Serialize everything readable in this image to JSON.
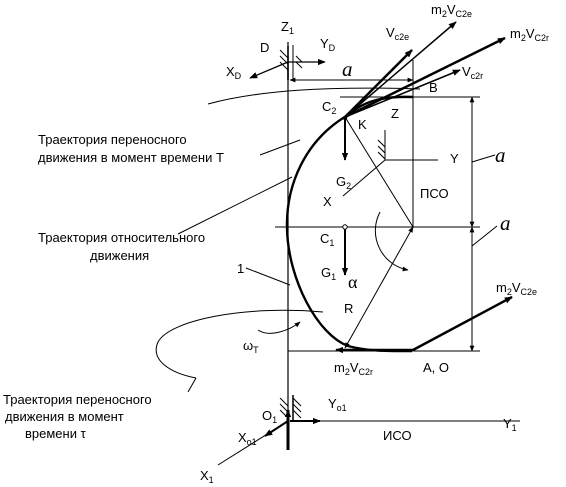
{
  "captions": {
    "trajectory_transport_T_line1": "Траектория переносного",
    "trajectory_transport_T_line2": "движения в момент времени T",
    "trajectory_relative_line1": "Траектория относительного",
    "trajectory_relative_line2": "движения",
    "trajectory_transport_tau_line1": "Траектория переносного",
    "trajectory_transport_tau_line2": "движения в момент",
    "trajectory_transport_tau_line3": "времени τ"
  },
  "frames": {
    "moving_frame": "ПСО",
    "inertial_frame": "ИСО"
  },
  "points": {
    "Z1": "Z",
    "Z1_sub": "1",
    "D": "D",
    "YD": "Y",
    "YD_sub": "D",
    "XD": "X",
    "XD_sub": "D",
    "C2": "C",
    "C2_sub": "2",
    "K": "K",
    "Z": "Z",
    "Y": "Y",
    "X": "X",
    "B": "B",
    "G2": "G",
    "G2_sub": "2",
    "C1": "C",
    "C1_sub": "1",
    "G1": "G",
    "G1_sub": "1",
    "alpha": "α",
    "R": "R",
    "one": "1",
    "omega": "ω",
    "omega_sub": "T",
    "AO": "A, O",
    "O1": "O",
    "O1_sub": "1",
    "Yo1": "Y",
    "Yo1_sub": "o1",
    "Y1": "Y",
    "Y1_sub": "1",
    "Xo1": "X",
    "Xo1_sub": "o1",
    "X1": "X",
    "X1_sub": "1"
  },
  "dimensions": {
    "a_top": "a",
    "a_right_upper": "a",
    "a_right_lower": "a"
  },
  "vectors": {
    "m2Vc2e_top_m": "m",
    "m2Vc2e_top_2": "2",
    "m2Vc2e_top_V": "V",
    "m2Vc2e_top_sub": "C2e",
    "Vc2e_V": "V",
    "Vc2e_sub": "c2e",
    "m2Vc2r_top_m": "m",
    "m2Vc2r_top_2": "2",
    "m2Vc2r_top_V": "V",
    "m2Vc2r_top_sub": "C2r",
    "Vc2r_V": "V",
    "Vc2r_sub": "c2r",
    "m2Vc2e_bottom_m": "m",
    "m2Vc2e_bottom_2": "2",
    "m2Vc2e_bottom_V": "V",
    "m2Vc2e_bottom_sub": "C2e",
    "m2Vc2r_bottom_m": "m",
    "m2Vc2r_bottom_2": "2",
    "m2Vc2r_bottom_V": "V",
    "m2Vc2r_bottom_sub": "C2r"
  }
}
